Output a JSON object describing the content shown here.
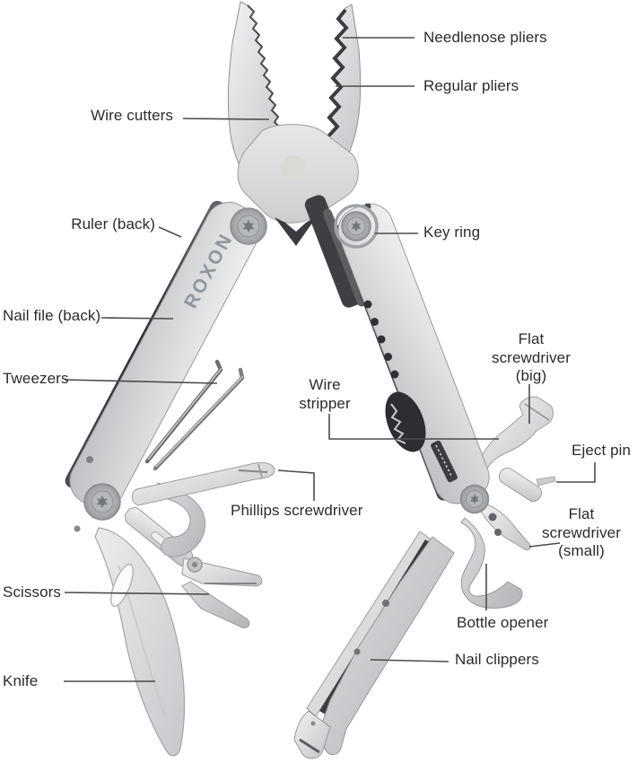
{
  "brand_engraving": "ROXON",
  "callouts": {
    "needlenose_pliers": "Needlenose pliers",
    "regular_pliers": "Regular pliers",
    "wire_cutters": "Wire cutters",
    "ruler_back": "Ruler (back)",
    "key_ring": "Key ring",
    "nail_file_back": "Nail file (back)",
    "tweezers": "Tweezers",
    "wire_stripper": "Wire\nstripper",
    "flat_screwdriver_big": "Flat screwdriver\n(big)",
    "eject_pin": "Eject pin",
    "phillips_screwdriver": "Phillips screwdriver",
    "flat_screwdriver_small": "Flat screwdriver\n(small)",
    "scissors": "Scissors",
    "bottle_opener": "Bottle opener",
    "nail_clippers": "Nail clippers",
    "knife": "Knife"
  },
  "style": {
    "label_color": "#2b2b2b",
    "callout_line_color": "#4b4b4b",
    "background": "#ffffff"
  }
}
